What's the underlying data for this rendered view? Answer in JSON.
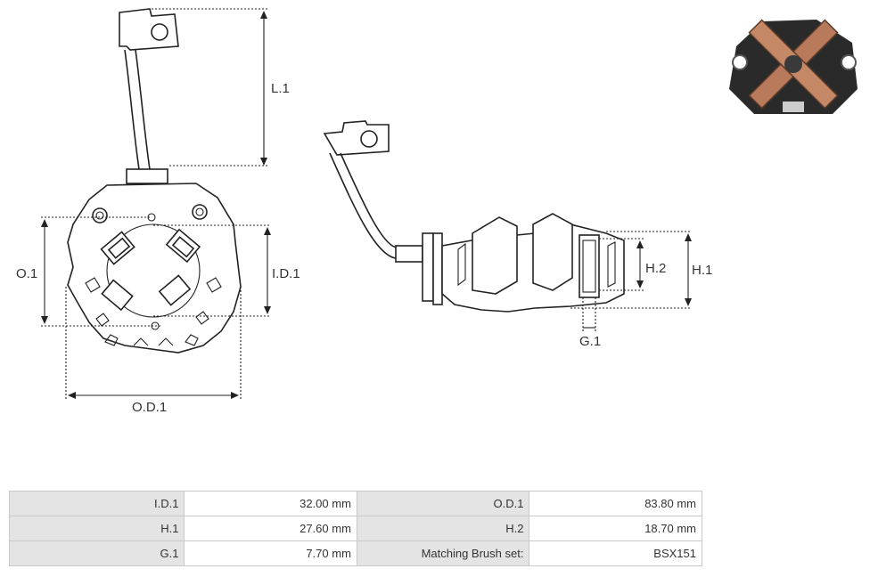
{
  "diagram": {
    "dimension_labels": {
      "l1": "L.1",
      "o1": "O.1",
      "id1": "I.D.1",
      "od1": "O.D.1",
      "h1": "H.1",
      "h2": "H.2",
      "g1": "G.1"
    }
  },
  "product_photo": {
    "icon": "brush-holder-photo"
  },
  "specs": {
    "rows": [
      [
        {
          "label": "I.D.1",
          "value": "32.00 mm"
        },
        {
          "label": "O.D.1",
          "value": "83.80 mm"
        }
      ],
      [
        {
          "label": "H.1",
          "value": "27.60 mm"
        },
        {
          "label": "H.2",
          "value": "18.70 mm"
        }
      ],
      [
        {
          "label": "G.1",
          "value": "7.70 mm"
        },
        {
          "label": "Matching Brush set:",
          "value": "BSX151"
        }
      ]
    ]
  },
  "colors": {
    "line": "#222222",
    "label_cell": "#e4e4e4",
    "border": "#c9c9c9",
    "copper": "#b87a5a"
  }
}
